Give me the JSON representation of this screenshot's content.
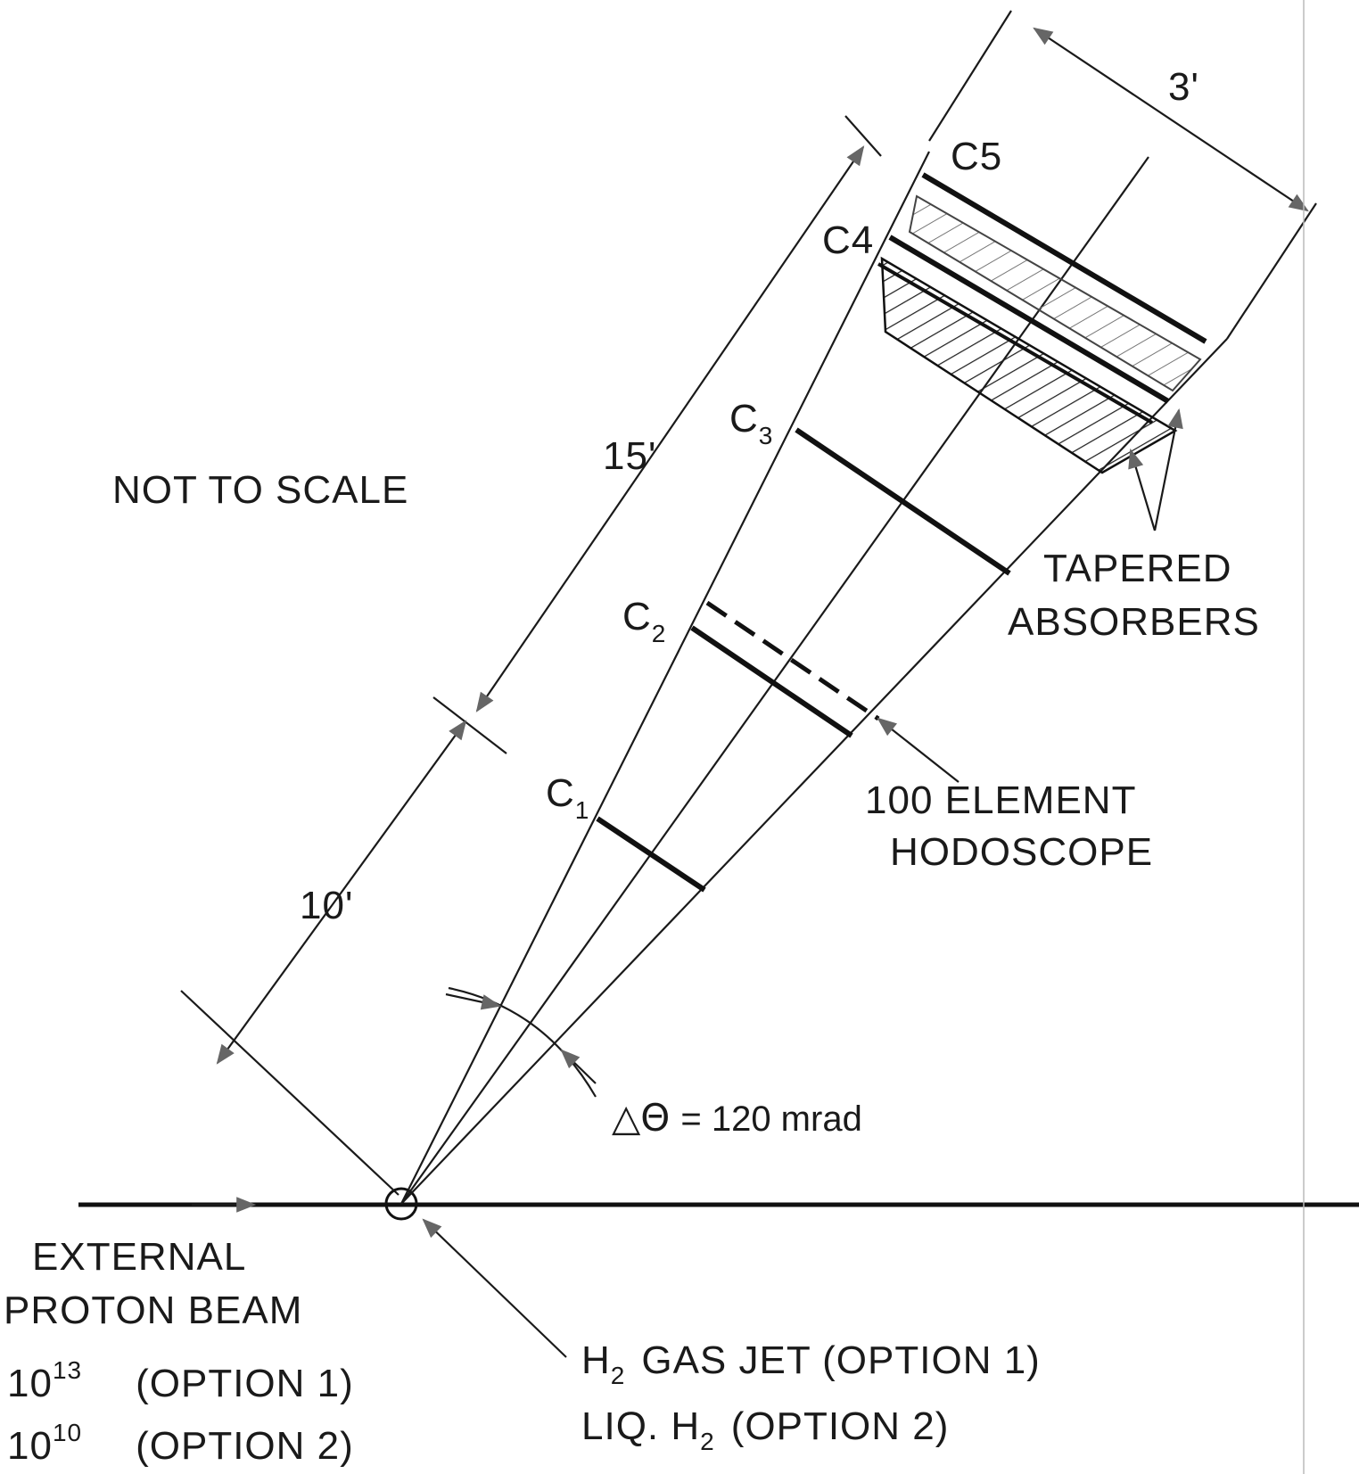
{
  "note": "NOT TO SCALE",
  "dimensions": {
    "d10": "10'",
    "d15": "15'",
    "d3": "3'"
  },
  "chambers": {
    "c1": {
      "letter": "C",
      "sub": "1"
    },
    "c2": {
      "letter": "C",
      "sub": "2"
    },
    "c3": {
      "letter": "C",
      "sub": "3"
    },
    "c4": {
      "letter": "C4"
    },
    "c5": {
      "letter": "C5"
    }
  },
  "absorbers": {
    "line1": "TAPERED",
    "line2": "ABSORBERS"
  },
  "hodoscope": {
    "line1": "100 ELEMENT",
    "line2": "HODOSCOPE"
  },
  "angle": {
    "symbol": "△Θ",
    "text": "= 120 mrad"
  },
  "beam": {
    "line1": "EXTERNAL",
    "line2": "PROTON BEAM",
    "opt1_base": "10",
    "opt1_exp": "13",
    "opt1_text": "(OPTION 1)",
    "opt2_base": "10",
    "opt2_exp": "10",
    "opt2_text": "(OPTION 2)"
  },
  "target": {
    "line1_pre": "H",
    "line1_sub": "2",
    "line1_post": "GAS JET (OPTION 1)",
    "line2_pre": "LIQ.  H",
    "line2_sub": "2",
    "line2_post": "(OPTION  2)"
  }
}
